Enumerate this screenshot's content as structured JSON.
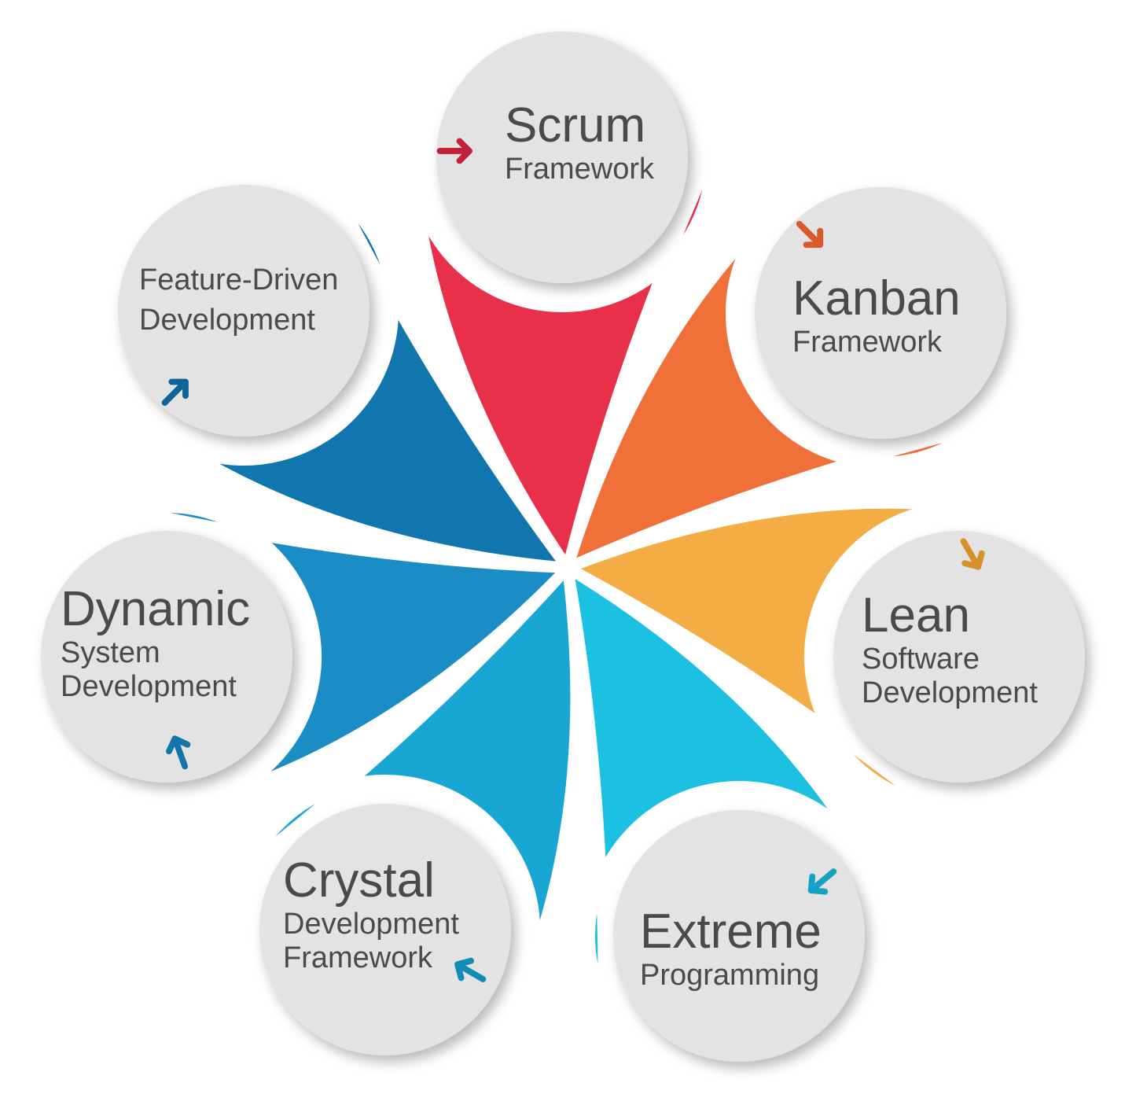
{
  "petals": [
    {
      "id": "scrum",
      "title": "Scrum",
      "lines": [
        "Framework"
      ],
      "color": "#e8304a",
      "arrow": "#c4203a"
    },
    {
      "id": "kanban",
      "title": "Kanban",
      "lines": [
        "Framework"
      ],
      "color": "#f0703a",
      "arrow": "#d85a28"
    },
    {
      "id": "lean",
      "title": "Lean",
      "lines": [
        "Software",
        "Development"
      ],
      "color": "#f4ac45",
      "arrow": "#d8902c"
    },
    {
      "id": "extreme",
      "title": "Extreme",
      "lines": [
        "Programming"
      ],
      "color": "#1cc0e0",
      "arrow": "#16a2c4"
    },
    {
      "id": "crystal",
      "title": "Crystal",
      "lines": [
        "Development",
        "Framework"
      ],
      "color": "#18a6d2",
      "arrow": "#128cb6"
    },
    {
      "id": "dynamic",
      "title": "Dynamic",
      "lines": [
        "System",
        "Development"
      ],
      "color": "#1a8ec4",
      "arrow": "#1476a8"
    },
    {
      "id": "fdd",
      "title": "",
      "lines": [
        "Feature-Driven",
        "Development"
      ],
      "color": "#1276ae",
      "arrow": "#0e6496"
    }
  ]
}
